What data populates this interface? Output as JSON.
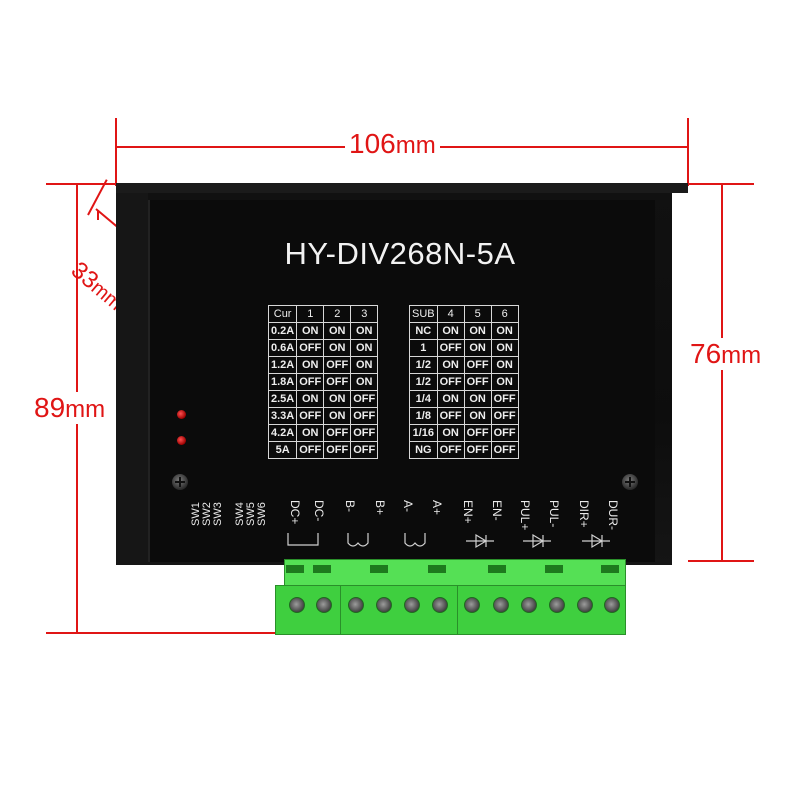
{
  "model": "HY-DIV268N-5A",
  "dimensions": {
    "width_value": "106",
    "height_value": "89",
    "body_height_value": "76",
    "depth_value": "33",
    "unit": "mm"
  },
  "current_table": {
    "headers": [
      "Cur",
      "1",
      "2",
      "3"
    ],
    "rows": [
      [
        "0.2A",
        "ON",
        "ON",
        "ON"
      ],
      [
        "0.6A",
        "OFF",
        "ON",
        "ON"
      ],
      [
        "1.2A",
        "ON",
        "OFF",
        "ON"
      ],
      [
        "1.8A",
        "OFF",
        "OFF",
        "ON"
      ],
      [
        "2.5A",
        "ON",
        "ON",
        "OFF"
      ],
      [
        "3.3A",
        "OFF",
        "ON",
        "OFF"
      ],
      [
        "4.2A",
        "ON",
        "OFF",
        "OFF"
      ],
      [
        "5A",
        "OFF",
        "OFF",
        "OFF"
      ]
    ]
  },
  "subdivision_table": {
    "headers": [
      "SUB",
      "4",
      "5",
      "6"
    ],
    "rows": [
      [
        "NC",
        "ON",
        "ON",
        "ON"
      ],
      [
        "1",
        "OFF",
        "ON",
        "ON"
      ],
      [
        "1/2",
        "ON",
        "OFF",
        "ON"
      ],
      [
        "1/2",
        "OFF",
        "OFF",
        "ON"
      ],
      [
        "1/4",
        "ON",
        "ON",
        "OFF"
      ],
      [
        "1/8",
        "OFF",
        "ON",
        "OFF"
      ],
      [
        "1/16",
        "ON",
        "OFF",
        "OFF"
      ],
      [
        "NG",
        "OFF",
        "OFF",
        "OFF"
      ]
    ]
  },
  "terminals": [
    "DC+",
    "DC-",
    "B-",
    "B+",
    "A-",
    "A+",
    "EN+",
    "EN-",
    "PUL+",
    "PUL-",
    "DIR+",
    "DUR-"
  ],
  "switches": [
    "SW6",
    "SW5",
    "SW4",
    "SW3",
    "SW2",
    "SW1"
  ],
  "colors": {
    "dimension": "#e01515",
    "housing": "#0d0d0d",
    "terminal_block": "#3fcf3f",
    "led": "#d00000"
  }
}
